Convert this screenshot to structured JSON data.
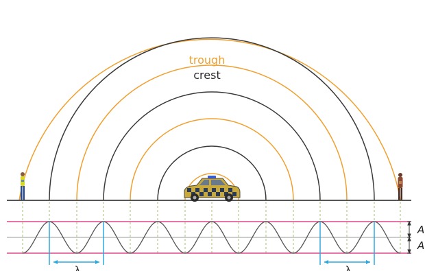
{
  "labels": {
    "trough": "trough",
    "crest": "crest",
    "wavelength_left": "λ",
    "wavelength_right": "λ",
    "amplitude_top": "A",
    "amplitude_bottom": "A"
  },
  "colors": {
    "trough": "#f0a030",
    "crest": "#3a3a3a",
    "ground": "#555555",
    "limit_lines": "#e0458a",
    "center_line": "#9a9a9a",
    "wave": "#555555",
    "guides": "#a8c070",
    "wavelength_markers": "#2aa8e0",
    "car_body": "#c9a93a",
    "car_window": "#6a7a8a"
  },
  "icons": {
    "left_person": "person-icon",
    "right_person": "person-icon",
    "car": "car-icon"
  }
}
